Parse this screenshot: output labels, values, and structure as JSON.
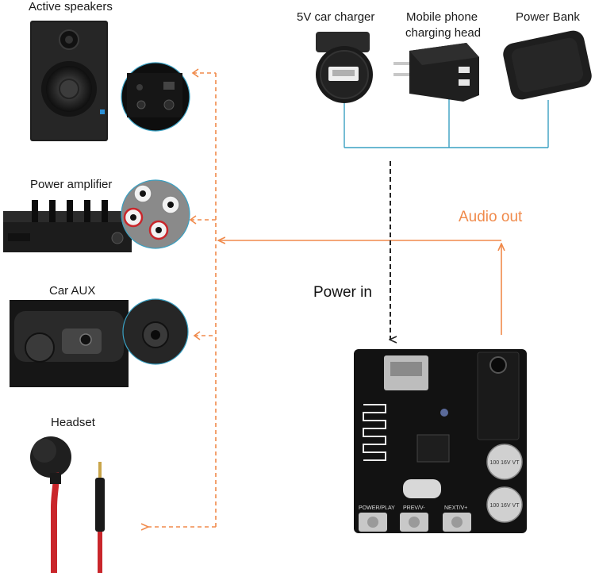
{
  "labels": {
    "active_speakers": "Active speakers",
    "power_amplifier": "Power amplifier",
    "car_aux": "Car AUX",
    "headset": "Headset",
    "car_charger": "5V car charger",
    "phone_head_line1": "Mobile phone",
    "phone_head_line2": "charging head",
    "power_bank": "Power Bank",
    "audio_out": "Audio out",
    "power_in": "Power in"
  },
  "board_silkscreen": {
    "prev": "PREV/V-",
    "next": "NEXT/V+",
    "power_play": "POWER/PLAY",
    "cap_1": "100 16V VT",
    "cap_2": "100 16V VT"
  },
  "colors": {
    "audio_line": "#f08a4b",
    "power_line": "#3aa0c2",
    "device_body": "#1d1d1d",
    "headset_cable": "#c9262b",
    "pcb": "#121212"
  },
  "icons": [
    "speaker-icon",
    "amplifier-icon",
    "car-aux-icon",
    "headset-icon",
    "car-charger-icon",
    "phone-charger-icon",
    "power-bank-icon",
    "bluetooth-board-icon"
  ]
}
